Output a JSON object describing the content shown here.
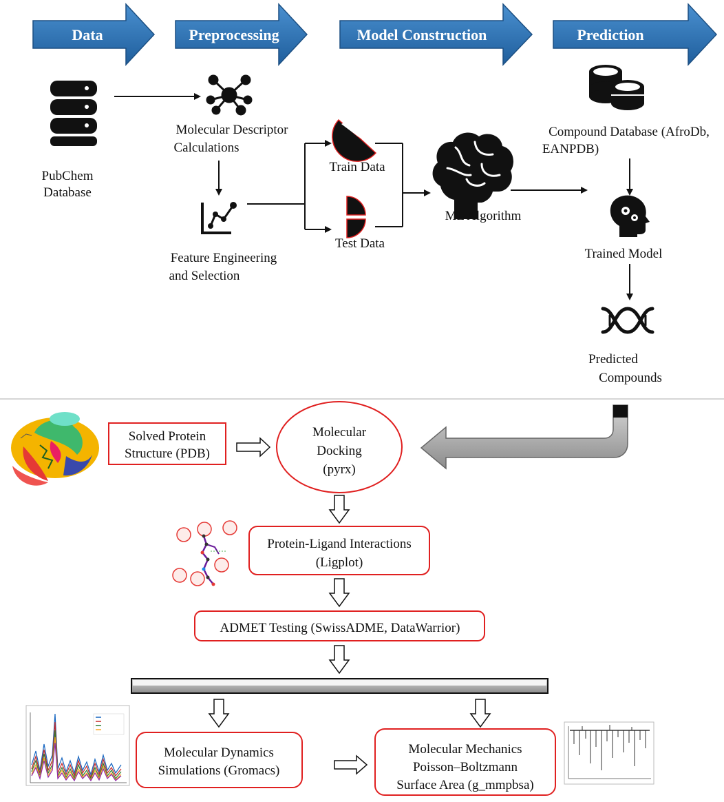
{
  "stages": {
    "data": "Data",
    "preprocessing": "Preprocessing",
    "model_construction": "Model Construction",
    "prediction": "Prediction"
  },
  "nodes": {
    "pubchem_line1": "PubChem",
    "pubchem_line2": "Database",
    "descriptor_line1": "Molecular Descriptor",
    "descriptor_line2": "Calculations",
    "feature_line1": "Feature Engineering",
    "feature_line2": "and Selection",
    "train_data": "Train Data",
    "test_data": "Test Data",
    "ml_algorithm": "ML Algorithm",
    "compound_db_line1": "Compound Database (AfroDb,",
    "compound_db_line2": "EANPDB)",
    "trained_model": "Trained Model",
    "predicted_line1": "Predicted",
    "predicted_line2": "Compounds"
  },
  "workflow": {
    "solved_protein_line1": "Solved Protein",
    "solved_protein_line2": "Structure (PDB)",
    "docking_line1": "Molecular",
    "docking_line2": "Docking",
    "docking_line3": "(pyrx)",
    "interactions_line1": "Protein-Ligand Interactions",
    "interactions_line2": "(Ligplot)",
    "admet": "ADMET Testing (SwissADME, DataWarrior)",
    "md_line1": "Molecular Dynamics",
    "md_line2": "Simulations (Gromacs)",
    "mmpbsa_line1": "Molecular Mechanics",
    "mmpbsa_line2": "Poisson–Boltzmann",
    "mmpbsa_line3": "Surface Area (g_mmpbsa)"
  },
  "colors": {
    "stage_arrow": "#2e75b6",
    "box_border": "#e02020",
    "grey_arrow": "#a6a6a6"
  }
}
